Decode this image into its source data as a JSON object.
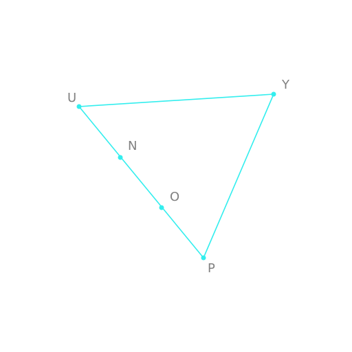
{
  "diagram": {
    "stroke_color": "#33eeee",
    "label_color": "#808080",
    "points": [
      {
        "id": "U",
        "label": "U"
      },
      {
        "id": "Y",
        "label": "Y"
      },
      {
        "id": "P",
        "label": "P"
      },
      {
        "id": "N",
        "label": "N"
      },
      {
        "id": "O",
        "label": "O"
      }
    ],
    "segments": [
      {
        "from": "U",
        "to": "Y"
      },
      {
        "from": "Y",
        "to": "P"
      },
      {
        "from": "P",
        "to": "U"
      }
    ],
    "points_on_segments": [
      {
        "point": "N",
        "segment": [
          "U",
          "P"
        ]
      },
      {
        "point": "O",
        "segment": [
          "U",
          "P"
        ]
      }
    ]
  }
}
